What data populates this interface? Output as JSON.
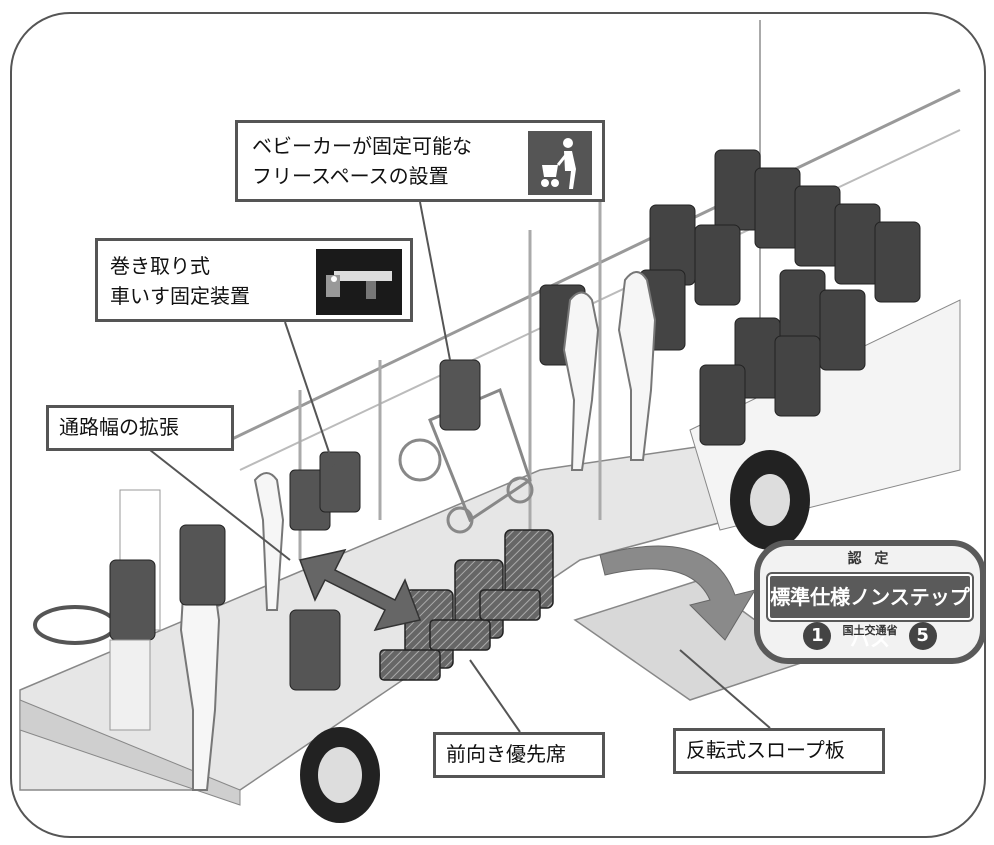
{
  "callouts": {
    "stroller_line1": "ベビーカーが固定可能な",
    "stroller_line2": "フリースペースの設置",
    "wheelchair_line1": "巻き取り式",
    "wheelchair_line2": "車いす固定装置",
    "aisle": "通路幅の拡張",
    "priority_seat": "前向き優先席",
    "ramp": "反転式スロープ板"
  },
  "badge": {
    "header": "認 定",
    "title": "標準仕様ノンステップバス",
    "left_number": "1",
    "ministry": "国土交通省",
    "right_number": "5"
  },
  "icons": {
    "stroller": "stroller-pictogram-icon",
    "wheelchair_device": "wheelchair-restraint-photo"
  },
  "colors": {
    "frame": "#555555",
    "badge": "#5a5a5a",
    "arrow": "#777777"
  }
}
